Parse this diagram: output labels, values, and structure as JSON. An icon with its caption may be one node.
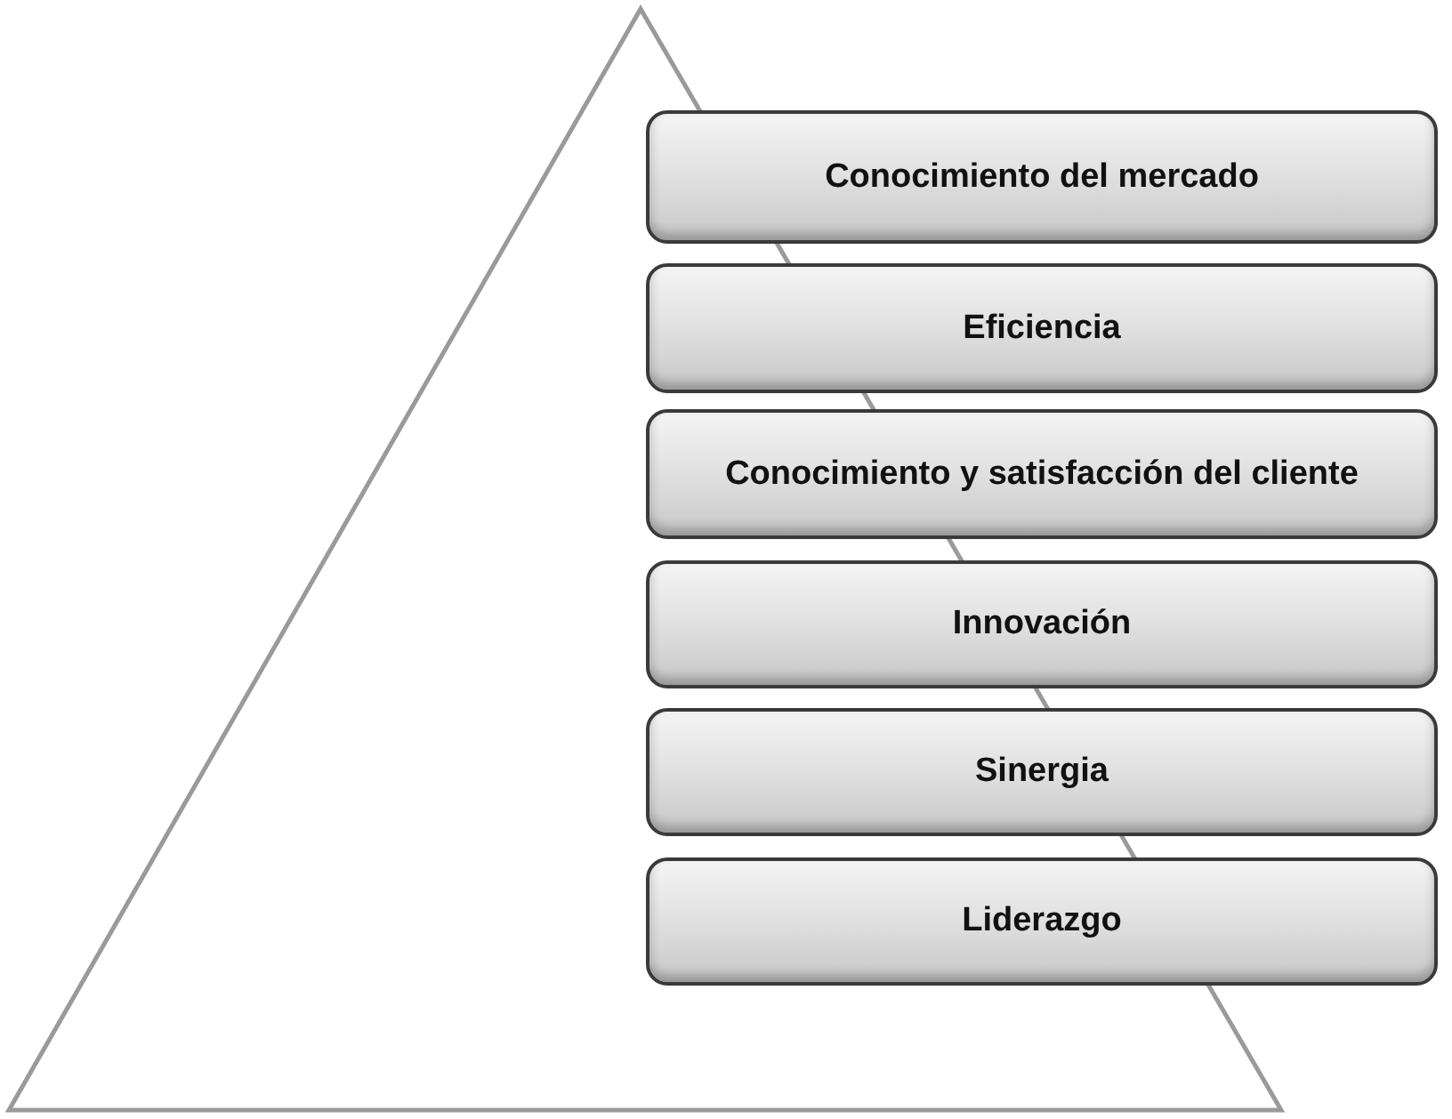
{
  "diagram": {
    "nodes": [
      {
        "text": [
          "Conocimiento del mercado"
        ]
      },
      {
        "text": [
          "Eficiencia"
        ]
      },
      {
        "text": [
          "Conocimiento y satisfacción del cliente"
        ]
      },
      {
        "text": [
          "Innovación"
        ]
      },
      {
        "text": [
          "Sinergia"
        ]
      },
      {
        "text": [
          "Liderazgo"
        ]
      }
    ]
  }
}
